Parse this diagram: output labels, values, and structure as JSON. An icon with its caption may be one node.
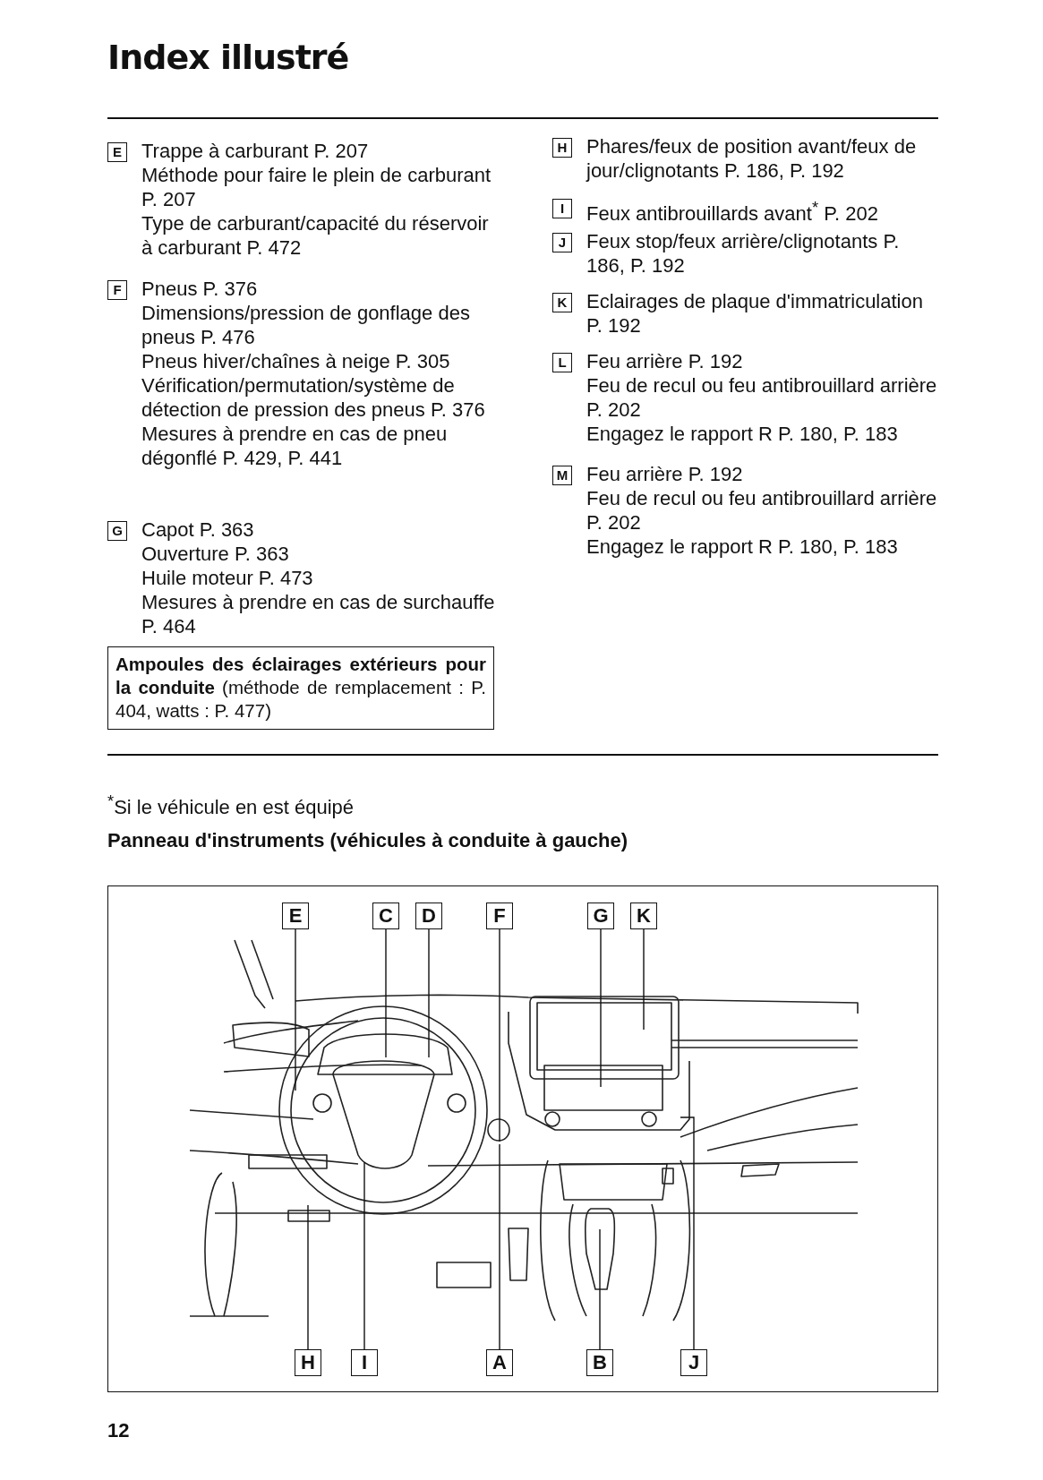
{
  "diagram": {
    "title": "Index illustré",
    "nodes": [
      {
        "text": [
          "E"
        ],
        "beside": [
          "Trappe à carburant P. 207",
          "Méthode pour faire le plein de carburant P. 207",
          "Type de carburant/capacité du réservoir à carburant P. 472"
        ]
      },
      {
        "text": [
          "F"
        ],
        "beside": [
          "Pneus P. 376",
          "Dimensions/pression de gonflage des pneus P. 476",
          "Pneus hiver/chaînes à neige P. 305",
          "Vérification/permutation/système de détection de pression des pneus P. 376",
          "Mesures à prendre en cas de pneu dégonflé P. 429, P. 441"
        ]
      },
      {
        "text": [
          "G"
        ],
        "beside": [
          "Capot P. 363",
          "Ouverture P. 363",
          "Huile moteur P. 473",
          "Mesures à prendre en cas de surchauffe P. 464"
        ]
      },
      {
        "text": [
          "**Ampoules des éclairages extérieurs pour la conduite** (méthode de remplacement : P. 404, watts : P. 477)"
        ]
      },
      {
        "text": [
          "H"
        ],
        "beside": [
          "Phares/feux de position avant/feux de jour/clignotants P. 186, P. 192"
        ]
      },
      {
        "text": [
          "I"
        ],
        "beside": [
          "Feux antibrouillards avant$^{*}$ P. 202"
        ]
      },
      {
        "text": [
          "J"
        ],
        "beside": [
          "Feux stop/feux arrière/clignotants P. 186, P. 192"
        ]
      },
      {
        "text": [
          "K"
        ],
        "beside": [
          "Eclairages de plaque d'immatriculation P. 192"
        ]
      },
      {
        "text": [
          "L"
        ],
        "beside": [
          "Feu arrière P. 192",
          "Feu de recul ou feu antibrouillard arrière P. 202",
          "Engagez le rapport R P. 180, P. 183"
        ]
      },
      {
        "text": [
          "M"
        ],
        "beside": [
          "Feu arrière P. 192",
          "Feu de recul ou feu antibrouillard arrière P. 202",
          "Engagez le rapport R P. 180, P. 183"
        ]
      },
      {
        "text": [
          "E"
        ]
      },
      {
        "text": [
          "C"
        ]
      },
      {
        "text": [
          "D"
        ]
      },
      {
        "text": [
          "F"
        ]
      },
      {
        "text": [
          "G"
        ]
      },
      {
        "text": [
          "K"
        ]
      },
      {
        "text": [
          "H"
        ]
      },
      {
        "text": [
          "I"
        ]
      },
      {
        "text": [
          "A"
        ]
      },
      {
        "text": [
          "B"
        ]
      },
      {
        "text": [
          "J"
        ]
      }
    ],
    "edges": [
      {
        "from": 10,
        "to": null,
        "arrow": "none"
      },
      {
        "from": 11,
        "to": null,
        "arrow": "none"
      },
      {
        "from": 12,
        "to": null,
        "arrow": "none"
      },
      {
        "from": 13,
        "to": null,
        "arrow": "none"
      },
      {
        "from": 14,
        "to": null,
        "arrow": "none"
      },
      {
        "from": 15,
        "to": null,
        "arrow": "none"
      },
      {
        "from": 16,
        "to": null,
        "arrow": "none"
      },
      {
        "from": 17,
        "to": null,
        "arrow": "none"
      },
      {
        "from": 18,
        "to": null,
        "arrow": "none"
      },
      {
        "from": 19,
        "to": null,
        "arrow": "none"
      },
      {
        "from": 20,
        "to": null,
        "arrow": "none"
      }
    ],
    "labels": [
      "$^{*}$Si le véhicule en est équipé",
      "Panneau d'instruments (véhicules à conduite à gauche)",
      "12"
    ]
  }
}
